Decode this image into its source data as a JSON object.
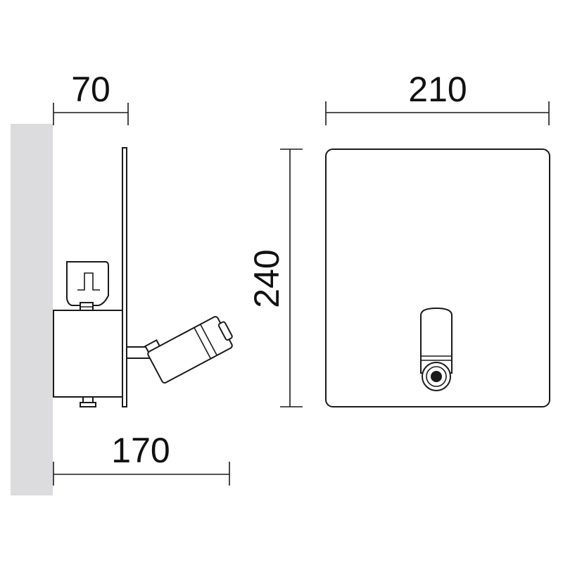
{
  "dimensions": {
    "depth_top": "70",
    "projection_bottom": "170",
    "width_front": "210",
    "height_front": "240"
  },
  "colors": {
    "wall": "#dcdcde",
    "line": "#1a1a1a",
    "background": "#ffffff"
  }
}
